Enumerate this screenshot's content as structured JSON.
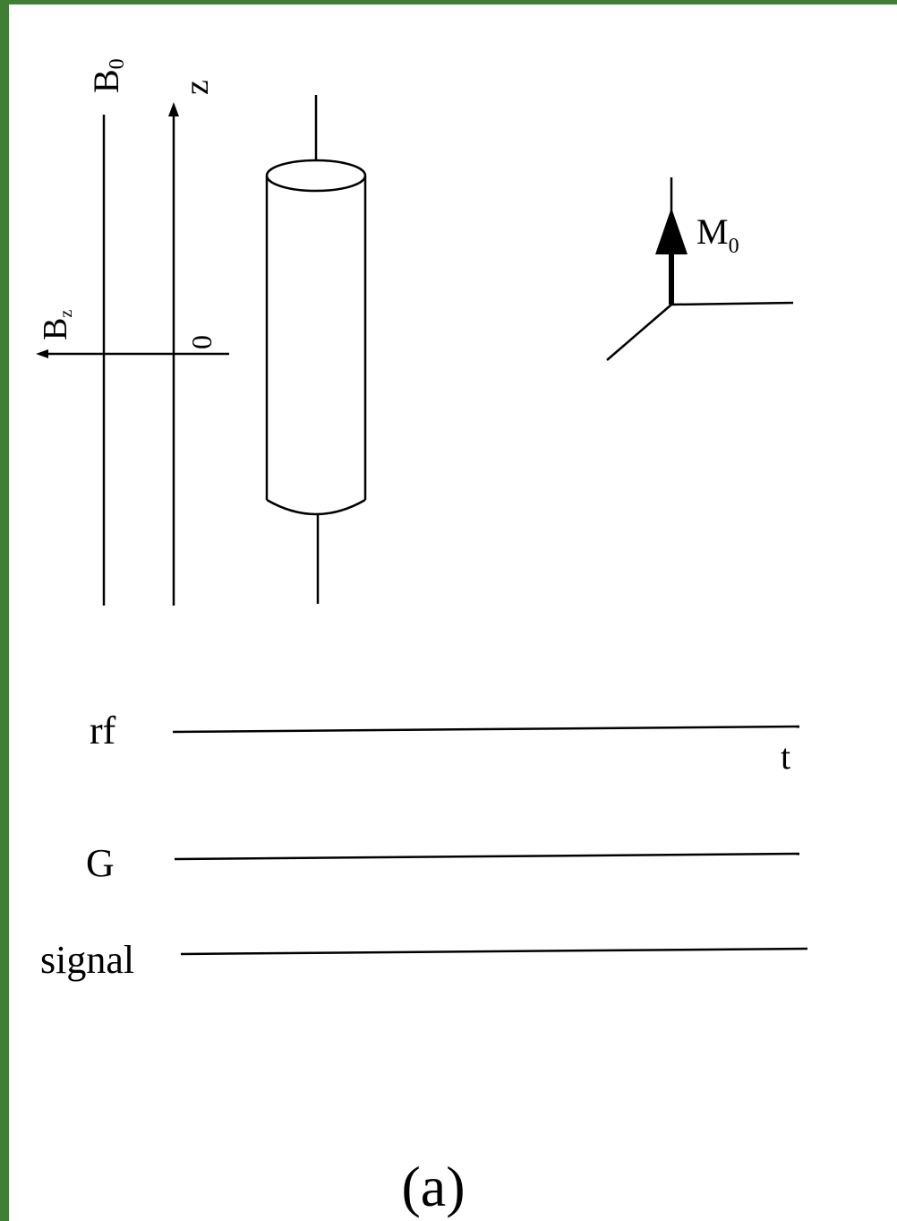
{
  "labels": {
    "field_B0": "B",
    "field_B0_sub": "0",
    "axis_z": "z",
    "field_Bz": "B",
    "field_Bz_sub": "z",
    "origin": "0",
    "magnetization": "M",
    "magnetization_sub": "0"
  },
  "timing_rows": [
    {
      "label": "rf"
    },
    {
      "label": "G"
    },
    {
      "label": "signal"
    }
  ],
  "time_axis_label": "t",
  "panel_label": "(a)",
  "colors": {
    "border": "#3f7f35",
    "ink": "#000000"
  }
}
